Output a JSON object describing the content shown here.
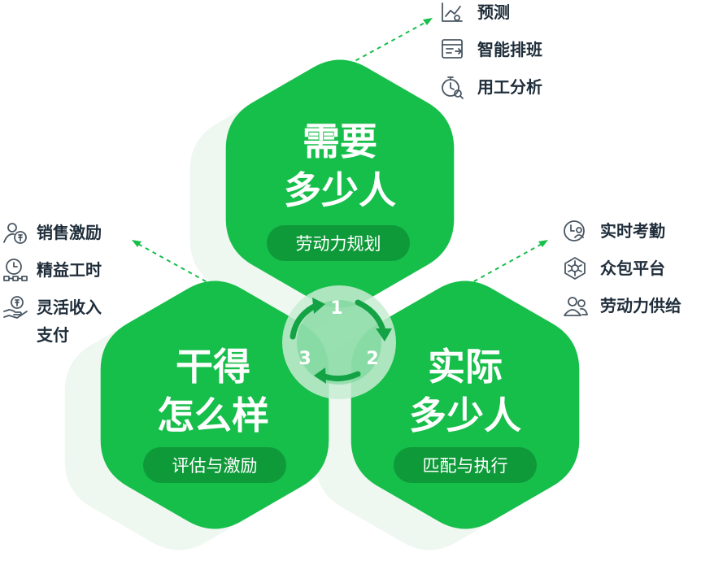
{
  "colors": {
    "primary": "#16be4a",
    "pill": "#0f9a3a",
    "shadow": "#eef7f0",
    "center_circle": "#c7ecd2",
    "center_inner": "#6ed38f",
    "arrow": "#13a244",
    "text": "#1f2d3a",
    "icon": "#4a5763"
  },
  "hexagons": {
    "top": {
      "line1": "需要",
      "line2": "多少人",
      "pill": "劳动力规划"
    },
    "right": {
      "line1": "实际",
      "line2": "多少人",
      "pill": "匹配与执行"
    },
    "left": {
      "line1": "干得",
      "line2": "怎么样",
      "pill": "评估与激励"
    }
  },
  "cycle": {
    "n1": "1",
    "n2": "2",
    "n3": "3"
  },
  "features": {
    "top": [
      {
        "label": "预测",
        "icon": "chart-person-icon"
      },
      {
        "label": "智能排班",
        "icon": "schedule-icon"
      },
      {
        "label": "用工分析",
        "icon": "stopwatch-search-icon"
      }
    ],
    "right": [
      {
        "label": "实时考勤",
        "icon": "clock-person-icon"
      },
      {
        "label": "众包平台",
        "icon": "hex-network-icon"
      },
      {
        "label": "劳动力供给",
        "icon": "people-icon"
      }
    ],
    "left": [
      {
        "label": "销售激励",
        "icon": "person-coin-icon"
      },
      {
        "label": "精益工时",
        "icon": "clock-flow-icon"
      },
      {
        "label": "灵活收入",
        "label2": "支付",
        "icon": "hand-coin-icon"
      }
    ]
  }
}
